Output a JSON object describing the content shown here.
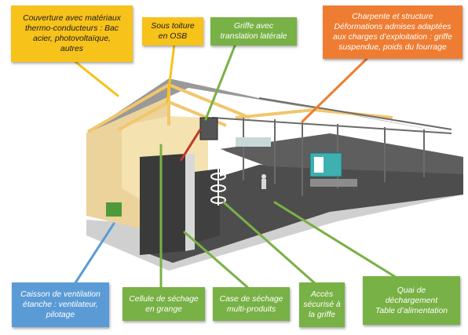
{
  "colors": {
    "yellow_label": "#f7c21a",
    "green_label": "#78b145",
    "orange_label": "#ee7d33",
    "blue_label": "#5b9bd5",
    "roof_beam": "#f2c66d",
    "wall": "#efd7a0",
    "floor": "#4a4a4a"
  },
  "labels": {
    "couverture": [
      "Couverture avec matériaux",
      "thermo-conducteurs : Bac",
      "acier, photovoltaïque,",
      "autres"
    ],
    "sous_toiture": [
      "Sous toiture",
      "en OSB"
    ],
    "griffe": [
      "Griffe avec",
      "translation latérale"
    ],
    "charpente": [
      "Charpente et structure",
      "Déformations admises adaptées",
      "aux charges d’exploitation : griffe",
      "suspendue, poids du fourrage"
    ],
    "caisson": [
      "Caisson de ventilation",
      "étanche : ventilateur,",
      "pilotage"
    ],
    "cellule": [
      "Cellule de séchage",
      "en grange"
    ],
    "case": [
      "Case de séchage",
      "multi-produits"
    ],
    "acces": [
      "Accès",
      "sécurisé à",
      "la griffe"
    ],
    "quai": [
      "Quai de",
      "déchargement",
      "Table d’alimentation"
    ]
  }
}
